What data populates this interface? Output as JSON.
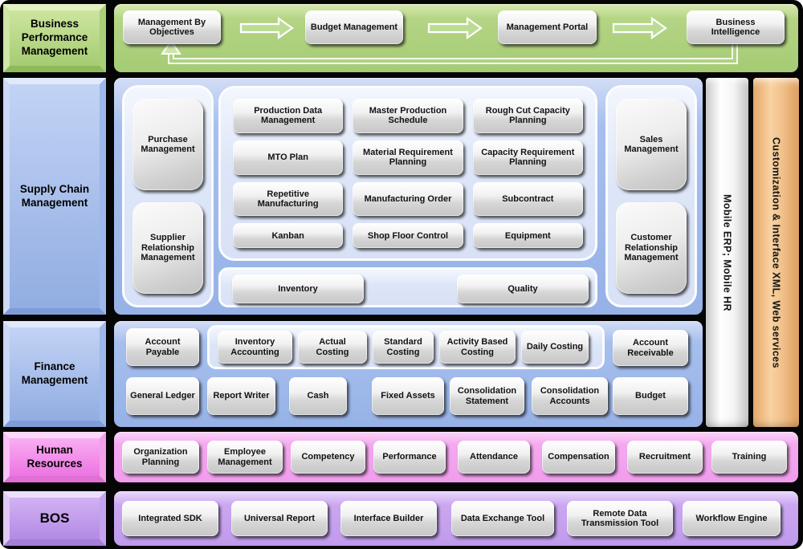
{
  "bpm": {
    "label": "Business Performance Management",
    "flow": [
      "Management By Objectives",
      "Budget Management",
      "Management Portal",
      "Business Intelligence"
    ]
  },
  "scm": {
    "label": "Supply Chain Management",
    "left": [
      "Purchase Management",
      "Supplier Relationship Management"
    ],
    "grid": [
      "Production Data Management",
      "Master Production Schedule",
      "Rough Cut Capacity Planning",
      "MTO Plan",
      "Material Requirement Planning",
      "Capacity Requirement Planning",
      "Repetitive Manufacturing",
      "Manufacturing Order",
      "Subcontract",
      "Kanban",
      "Shop Floor Control",
      "Equipment"
    ],
    "bottom": [
      "Inventory",
      "Quality"
    ],
    "right": [
      "Sales Management",
      "Customer Relationship Management"
    ]
  },
  "finance": {
    "label": "Finance Management",
    "row1_left": "Account Payable",
    "costing_panel": [
      "Inventory Accounting",
      "Actual Costing",
      "Standard Costing",
      "Activity Based Costing",
      "Daily Costing"
    ],
    "row1_right": "Account Receivable",
    "row2": [
      "General Ledger",
      "Report Writer",
      "Cash",
      "Fixed Assets",
      "Consolidation Statement",
      "Consolidation Accounts",
      "Budget"
    ]
  },
  "hr": {
    "label": "Human Resources",
    "buttons": [
      "Organization Planning",
      "Employee Management",
      "Competency",
      "Performance",
      "Attendance",
      "Compensation",
      "Recruitment",
      "Training"
    ]
  },
  "bos": {
    "label": "BOS",
    "buttons": [
      "Integrated SDK",
      "Universal Report",
      "Interface Builder",
      "Data Exchange Tool",
      "Remote Data Transmission Tool",
      "Workflow Engine"
    ]
  },
  "side_bars": {
    "mobile": "Mobile ERP; Mobile HR",
    "customization": "Customization & Interface XML, Web services"
  },
  "icons": {
    "flow_arrow": "right-arrow",
    "feedback_arrow": "loop-up-arrow"
  },
  "colors": {
    "bpm_green": "#a8ce78",
    "scm_blue": "#9cb7ea",
    "inner_panel_blue": "#dbe4f7",
    "hr_pink": "#f3a6ef",
    "bos_purple": "#c39cee",
    "bar_orange": "#f2c28c",
    "bar_white": "#f4f4f4",
    "module_gray": "#d2d2d2",
    "text": "#111111"
  }
}
